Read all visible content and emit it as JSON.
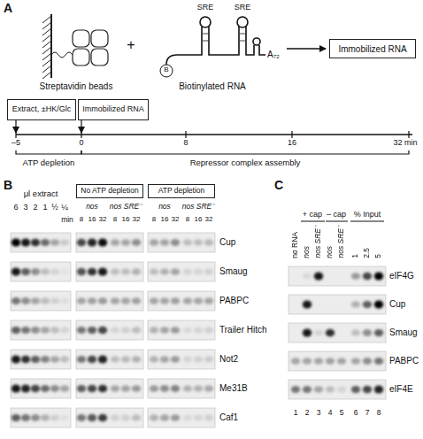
{
  "diagram": {
    "nodes": [
      {
        "text": [
          "Immobilized RNA"
        ]
      },
      {
        "text": [
          "Extract, ±HK/Glc"
        ]
      },
      {
        "text": [
          "Immobilized RNA"
        ]
      },
      {
        "text": [
          "No ATP depletion"
        ]
      },
      {
        "text": [
          "ATP depletion"
        ]
      }
    ],
    "labels": [
      "A",
      "SRE",
      "SRE",
      "A₇₂",
      "B",
      "+",
      "Streptavidin beads",
      "Biotinylated RNA",
      "–5",
      "0",
      "8",
      "16",
      "32 min",
      "ATP depletion",
      "Repressor complex assembly",
      "B",
      "μl extract",
      "6",
      "3",
      "2",
      "1",
      "½",
      "¼",
      "min",
      "nos",
      "nos SRE⁻",
      "nos",
      "nos SRE⁻",
      "8",
      "16",
      "32",
      "8",
      "16",
      "32",
      "8",
      "16",
      "32",
      "8",
      "16",
      "32",
      "Cup",
      "Smaug",
      "PABPC",
      "Trailer Hitch",
      "Not2",
      "Me31B",
      "Caf1",
      "C",
      "+ cap",
      "– cap",
      "% Input",
      "no RNA",
      "nos",
      "nos SRE⁻",
      "nos",
      "nos SRE⁻",
      "1",
      "2.5",
      "5",
      "eIF4G",
      "Cup",
      "Smaug",
      "PABPC",
      "eIF4E",
      "1",
      "2",
      "3",
      "4",
      "5",
      "6",
      "7",
      "8"
    ]
  }
}
